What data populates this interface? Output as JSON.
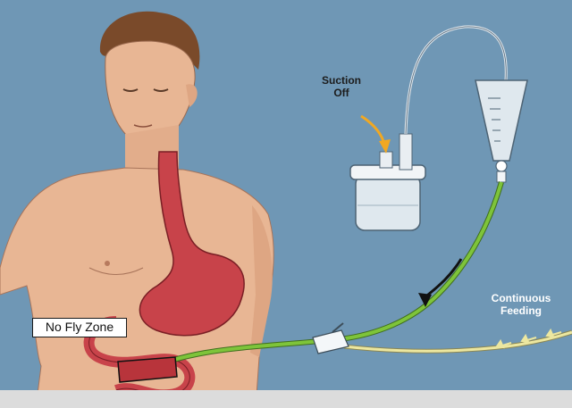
{
  "labels": {
    "suction_line1": "Suction",
    "suction_line2": "Off",
    "feeding_line1": "Continuous",
    "feeding_line2": "Feeding",
    "no_fly_zone": "No Fly Zone"
  },
  "colors": {
    "background": "#6f97b5",
    "skin": "#e8b694",
    "stomach": "#c8434a",
    "green_tube": "#7ec43a",
    "yellow_tube": "#ece7a0",
    "suction_arrow": "#f1a822",
    "flow_arrow": "#111111"
  },
  "icons": [
    "human-torso-illustration",
    "stomach-icon",
    "suction-canister-icon",
    "feeding-bag-icon",
    "y-connector-icon"
  ]
}
